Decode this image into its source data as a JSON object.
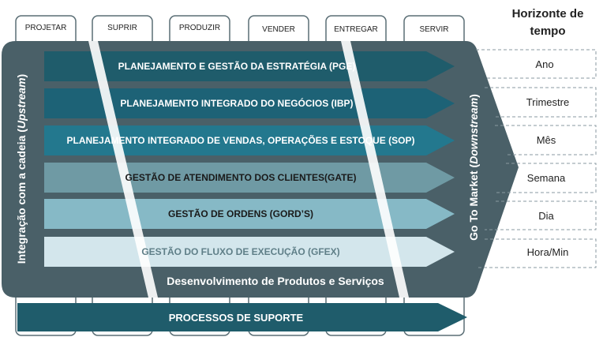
{
  "phases": [
    "PROJETAR",
    "SUPRIR",
    "PRODUZIR",
    "VENDER",
    "ENTREGAR",
    "SERVIR"
  ],
  "rows": [
    {
      "label": "PLANEJAMENTO E GESTÃO DA ESTRATÉGIA (PGE)",
      "color": "#1f5c6b",
      "text_color": "#ffffff"
    },
    {
      "label": "PLANEJAMENTO INTEGRADO DO NEGÓCIOS (IBP)",
      "color": "#1d6276",
      "text_color": "#ffffff"
    },
    {
      "label": "PLANEJAMENTO INTEGRADO DE VENDAS, OPERAÇÕES E ESTOQUE  (SOP)",
      "color": "#23788e",
      "text_color": "#ffffff"
    },
    {
      "label": "GESTÃO DE ATENDIMENTO DOS CLIENTES(GATE)",
      "color": "#6f9aa4",
      "text_color": "#1a1a1a"
    },
    {
      "label": "GESTÃO DE ORDENS (GORD’S)",
      "color": "#86b9c6",
      "text_color": "#1a1a1a"
    },
    {
      "label": "GESTÃO DO FLUXO DE EXECUÇÃO (GFEX)",
      "color": "#d3e6ec",
      "text_color": "#5f7f88"
    }
  ],
  "horizon": {
    "title_line1": "Horizonte de",
    "title_line2": "tempo",
    "items": [
      "Ano",
      "Trimestre",
      "Mês",
      "Semana",
      "Dia",
      "Hora/Min"
    ]
  },
  "left_label_prefix": "Integração com a cadeia (",
  "left_label_italic": "Upstream",
  "left_label_suffix": ")",
  "right_label_prefix": "Go To Market (",
  "right_label_italic": "Downstream",
  "right_label_suffix": ")",
  "development_label": "Desenvolvimento de Produtos e Serviços",
  "support_label": "PROCESSOS DE SUPORTE",
  "colors": {
    "panel": "#4a6068",
    "phase_border": "#5a6e75",
    "support": "#1f5c6b",
    "dashed": "#8a9aa0"
  }
}
